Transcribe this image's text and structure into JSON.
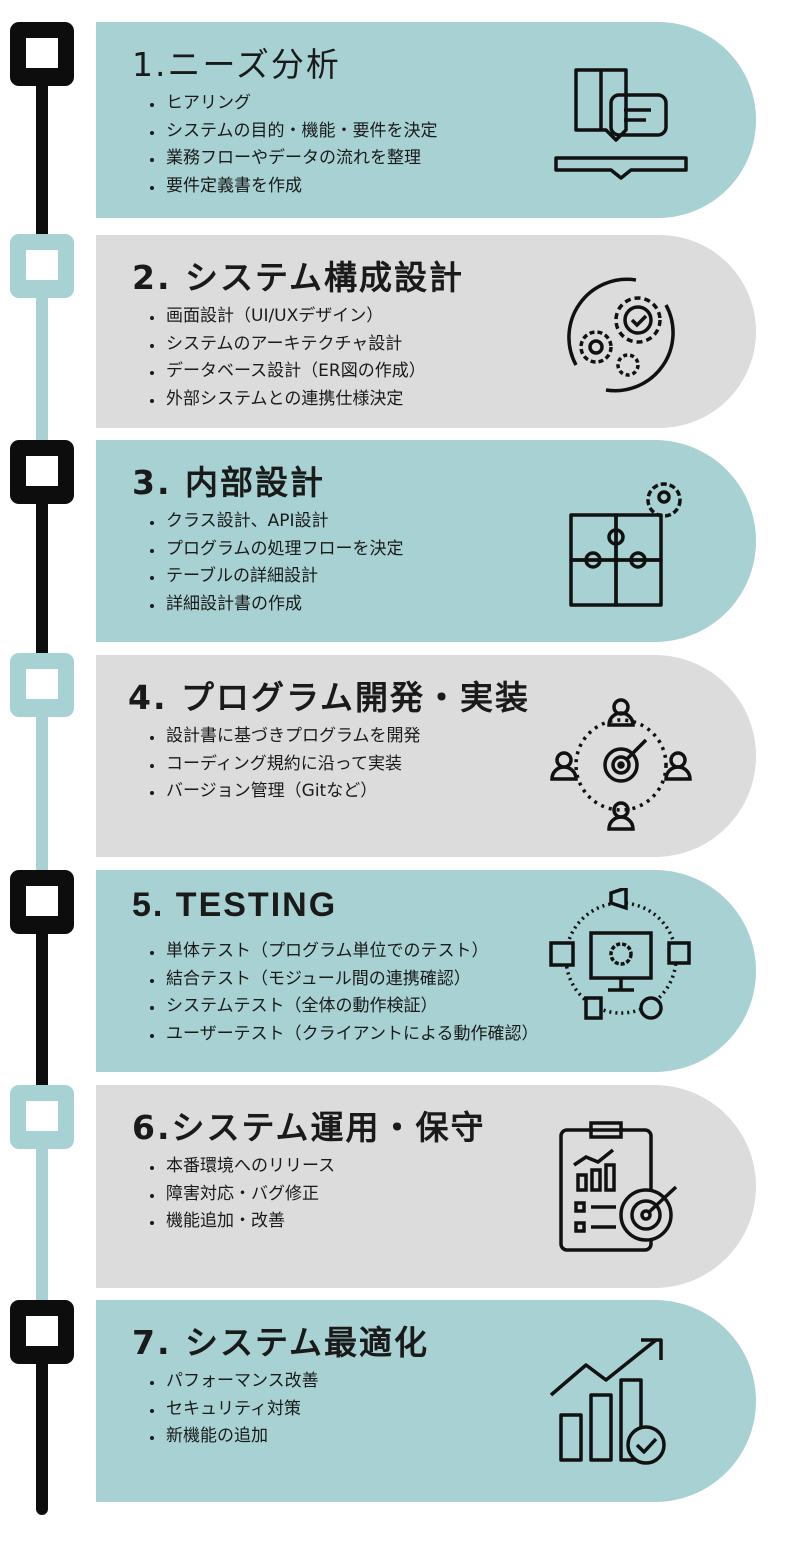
{
  "colors": {
    "teal": "#a8d1d3",
    "grey": "#dcdcdc",
    "black": "#0d0d0d"
  },
  "steps": [
    {
      "title": "1.ニーズ分析",
      "items": [
        "ヒアリング",
        "システムの目的・機能・要件を決定",
        "業務フローやデータの流れを整理",
        "要件定義書を作成"
      ],
      "icon": "book-chat-icon"
    },
    {
      "title": "2. システム構成設計",
      "items": [
        "画面設計（UI/UXデザイン）",
        "システムのアーキテクチャ設計",
        "データベース設計（ER図の作成）",
        "外部システムとの連携仕様決定"
      ],
      "icon": "gears-cycle-icon"
    },
    {
      "title": "3. 内部設計",
      "items": [
        "クラス設計、API設計",
        "プログラムの処理フローを決定",
        "テーブルの詳細設計",
        "詳細設計書の作成"
      ],
      "icon": "puzzle-icon"
    },
    {
      "title": "4. プログラム開発・実装",
      "items": [
        "設計書に基づきプログラムを開発",
        "コーディング規約に沿って実装",
        "バージョン管理（Gitなど）"
      ],
      "icon": "target-team-icon"
    },
    {
      "title": "5. TESTING",
      "items": [
        "単体テスト（プログラム単位でのテスト）",
        "結合テスト（モジュール間の連携確認）",
        "システムテスト（全体の動作検証）",
        "ユーザーテスト（クライアントによる動作確認）"
      ],
      "icon": "monitor-gear-icon"
    },
    {
      "title": "6.システム運用・保守",
      "items": [
        "本番環境へのリリース",
        "障害対応・バグ修正",
        "機能追加・改善"
      ],
      "icon": "clipboard-target-icon"
    },
    {
      "title": "7. システム最適化",
      "items": [
        "パフォーマンス改善",
        "セキュリティ対策",
        "新機能の追加"
      ],
      "icon": "growth-chart-icon"
    }
  ]
}
